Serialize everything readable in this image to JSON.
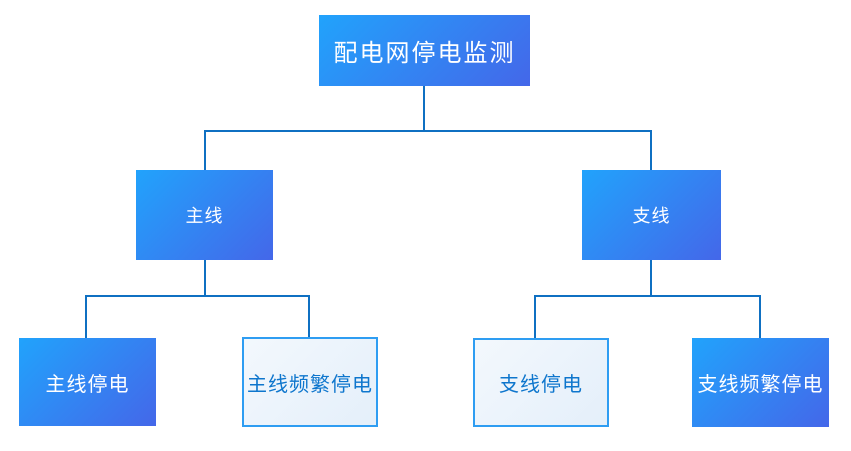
{
  "colors": {
    "background": "#ffffff",
    "node_gradient_start": "#21a3fc",
    "node_gradient_end": "#4467e9",
    "node_text": "#ffffff",
    "light_node_bg_start": "#f3f8fd",
    "light_node_bg_end": "#e4effa",
    "light_node_border": "#2e9df2",
    "light_node_text": "#0e76cd",
    "connector": "#0f70c2"
  },
  "diagram": {
    "type": "org-tree",
    "root": {
      "label": "配电网停电监测",
      "variant": "solid"
    },
    "branches": [
      {
        "label": "主线",
        "variant": "solid",
        "children": [
          {
            "label": "主线停电",
            "variant": "solid"
          },
          {
            "label": "主线频繁停电",
            "variant": "outline"
          }
        ]
      },
      {
        "label": "支线",
        "variant": "solid",
        "children": [
          {
            "label": "支线停电",
            "variant": "outline"
          },
          {
            "label": "支线频繁停电",
            "variant": "solid"
          }
        ]
      }
    ]
  }
}
